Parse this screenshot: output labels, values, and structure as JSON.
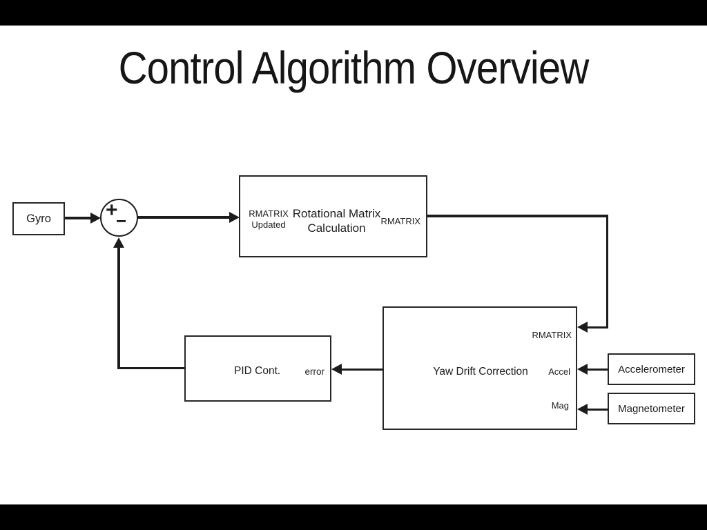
{
  "slide": {
    "title": "Control Algorithm Overview"
  },
  "colors": {
    "ink": "#1c1c1c",
    "background": "#ffffff",
    "letterbox": "#000000"
  },
  "diagram": {
    "gyro": {
      "label": "Gyro"
    },
    "sum_junction": {
      "plus": "+",
      "minus": "−"
    },
    "rotational_matrix": {
      "title_line1": "Rotational Matrix",
      "title_line2": "Calculation",
      "port_in_line1": "RMATRIX",
      "port_in_line2": "Updated",
      "port_out": "RMATRIX"
    },
    "yaw_drift": {
      "title": "Yaw Drift Correction",
      "port_rmatrix": "RMATRIX",
      "port_accel": "Accel",
      "port_mag": "Mag"
    },
    "pid": {
      "title": "PID Cont.",
      "port_error": "error"
    },
    "accelerometer": {
      "label": "Accelerometer"
    },
    "magnetometer": {
      "label": "Magnetometer"
    }
  }
}
